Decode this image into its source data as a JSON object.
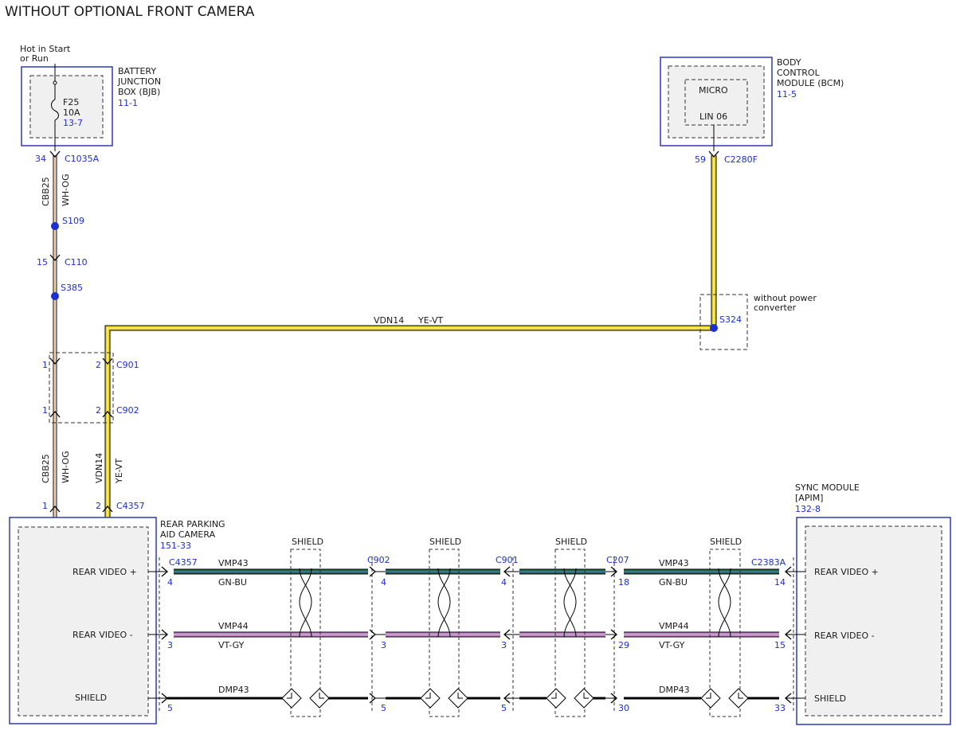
{
  "title": "WITHOUT OPTIONAL FRONT CAMERA",
  "colors": {
    "wh_og": "#f2a65a",
    "ye_vt": "#e8d21a",
    "gn_bu": "#1e6b3a",
    "vt_gy": "#c77ccf",
    "black": "#000000",
    "box_border": "#2d3bb0",
    "label_blue": "#1c2fd6"
  },
  "bjb": {
    "hot_label_1": "Hot in Start",
    "hot_label_2": "or Run",
    "name_1": "BATTERY",
    "name_2": "JUNCTION",
    "name_3": "BOX (BJB)",
    "ref": "11-1",
    "fuse": "F25",
    "fuse_rating": "10A",
    "fuse_ref": "13-7"
  },
  "bcm": {
    "name_1": "BODY",
    "name_2": "CONTROL",
    "name_3": "MODULE (BCM)",
    "ref": "11-5",
    "micro": "MICRO",
    "lin": "LIN 06"
  },
  "power_circuit": {
    "c1035a": {
      "pin": "34",
      "name": "C1035A"
    },
    "circuit": "CBB25",
    "color": "WH-OG",
    "s109": "S109",
    "c110": {
      "pin": "15",
      "name": "C110"
    },
    "s385": "S385"
  },
  "bcm_circuit": {
    "c2280f": {
      "pin": "59",
      "name": "C2280F"
    },
    "s324": "S324",
    "note_1": "without power",
    "note_2": "converter",
    "circuit": "VDN14",
    "color": "YE-VT"
  },
  "inline": {
    "c901": {
      "pin_a": "1",
      "pin_b": "2",
      "name": "C901"
    },
    "c902": {
      "pin_a": "1",
      "pin_b": "2",
      "name": "C902"
    },
    "c4357": {
      "pin_a": "1",
      "pin_b": "2",
      "name": "C4357"
    }
  },
  "camera": {
    "name_1": "REAR PARKING",
    "name_2": "AID CAMERA",
    "ref": "151-33",
    "pin_video_plus": "REAR VIDEO +",
    "pin_video_minus": "REAR VIDEO -",
    "pin_shield": "SHIELD"
  },
  "sync": {
    "name_1": "SYNC MODULE",
    "name_2": "[APIM]",
    "ref": "132-8",
    "pin_video_plus": "REAR VIDEO +",
    "pin_video_minus": "REAR VIDEO -",
    "pin_shield": "SHIELD"
  },
  "video_harness": {
    "shield_label": "SHIELD",
    "connectors": [
      {
        "name": "C4357",
        "pins": [
          "4",
          "3",
          "5"
        ]
      },
      {
        "name": "C902",
        "pins": [
          "4",
          "3",
          "5"
        ]
      },
      {
        "name": "C901",
        "pins": [
          "4",
          "3",
          "5"
        ]
      },
      {
        "name": "C207",
        "pins": [
          "18",
          "29",
          "30"
        ]
      },
      {
        "name": "C2383A",
        "pins": [
          "14",
          "15",
          "33"
        ]
      }
    ],
    "video_plus": {
      "circuit": "VMP43",
      "color": "GN-BU"
    },
    "video_minus": {
      "circuit": "VMP44",
      "color": "VT-GY"
    },
    "shield": {
      "circuit": "DMP43"
    }
  }
}
